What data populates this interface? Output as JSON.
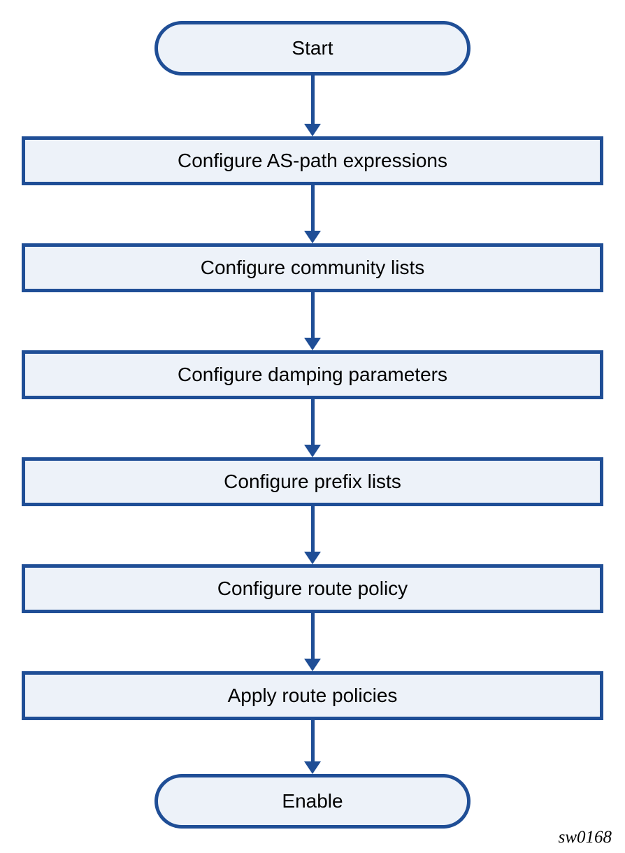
{
  "diagram": {
    "type": "flowchart",
    "direction": "top-down",
    "figure_code": "sw0168",
    "colors": {
      "shape_border": "#1f4e96",
      "shape_fill": "#edf2f9",
      "arrow": "#1f4e96",
      "text": "#000000",
      "background": "#ffffff"
    },
    "nodes": [
      {
        "id": "start",
        "shape": "terminator",
        "label": "Start"
      },
      {
        "id": "as-path",
        "shape": "process",
        "label": "Configure AS-path expressions"
      },
      {
        "id": "community",
        "shape": "process",
        "label": "Configure community lists"
      },
      {
        "id": "damping",
        "shape": "process",
        "label": "Configure damping parameters"
      },
      {
        "id": "prefix",
        "shape": "process",
        "label": "Configure prefix lists"
      },
      {
        "id": "route-policy",
        "shape": "process",
        "label": "Configure route policy"
      },
      {
        "id": "apply-policies",
        "shape": "process",
        "label": "Apply route policies"
      },
      {
        "id": "enable",
        "shape": "terminator",
        "label": "Enable"
      }
    ],
    "edges": [
      {
        "from": "start",
        "to": "as-path"
      },
      {
        "from": "as-path",
        "to": "community"
      },
      {
        "from": "community",
        "to": "damping"
      },
      {
        "from": "damping",
        "to": "prefix"
      },
      {
        "from": "prefix",
        "to": "route-policy"
      },
      {
        "from": "route-policy",
        "to": "apply-policies"
      },
      {
        "from": "apply-policies",
        "to": "enable"
      }
    ]
  }
}
